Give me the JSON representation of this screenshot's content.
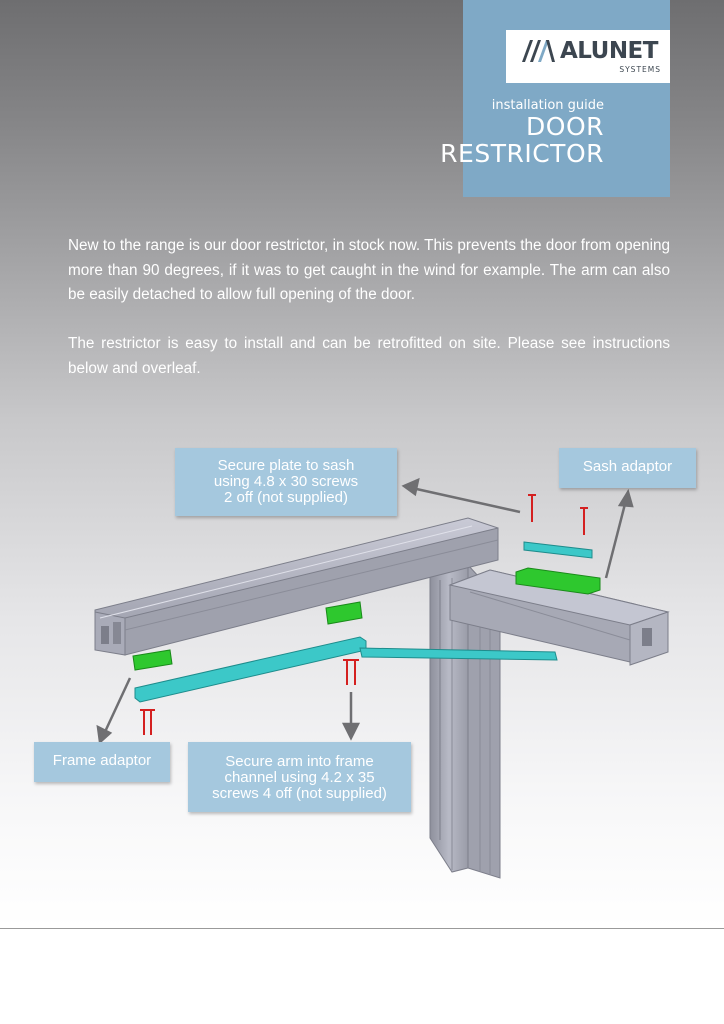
{
  "header": {
    "logo_word": "ALUNET",
    "logo_sub": "SYSTEMS",
    "guide_label": "installation guide",
    "title_line1": "DOOR",
    "title_line2": "RESTRICTOR"
  },
  "intro": {
    "paragraph1": "New to the range is our door restrictor, in stock now. This prevents the door from opening more than 90 degrees, if it was to get caught in the wind for example. The arm can also be easily detached to allow full opening of the door.",
    "paragraph2": "The restrictor is easy to install and can be retrofitted on site. Please see instructions below and overleaf."
  },
  "callouts": {
    "secure_plate": [
      "Secure plate to sash",
      "using 4.8 x 30 screws",
      "2 off (not supplied)"
    ],
    "sash_adaptor": "Sash adaptor",
    "frame_adaptor": "Frame adaptor",
    "secure_arm": [
      "Secure arm into frame",
      "channel using 4.2 x 35",
      "screws 4 off (not supplied)"
    ]
  },
  "colors": {
    "header_box": "#7fa9c6",
    "callout": "#a5c8de",
    "arm_cyan": "#3cc8c8",
    "adaptor_green": "#2ec82e",
    "screw_red": "#d42020",
    "frame_metal": "#aeb0be"
  }
}
